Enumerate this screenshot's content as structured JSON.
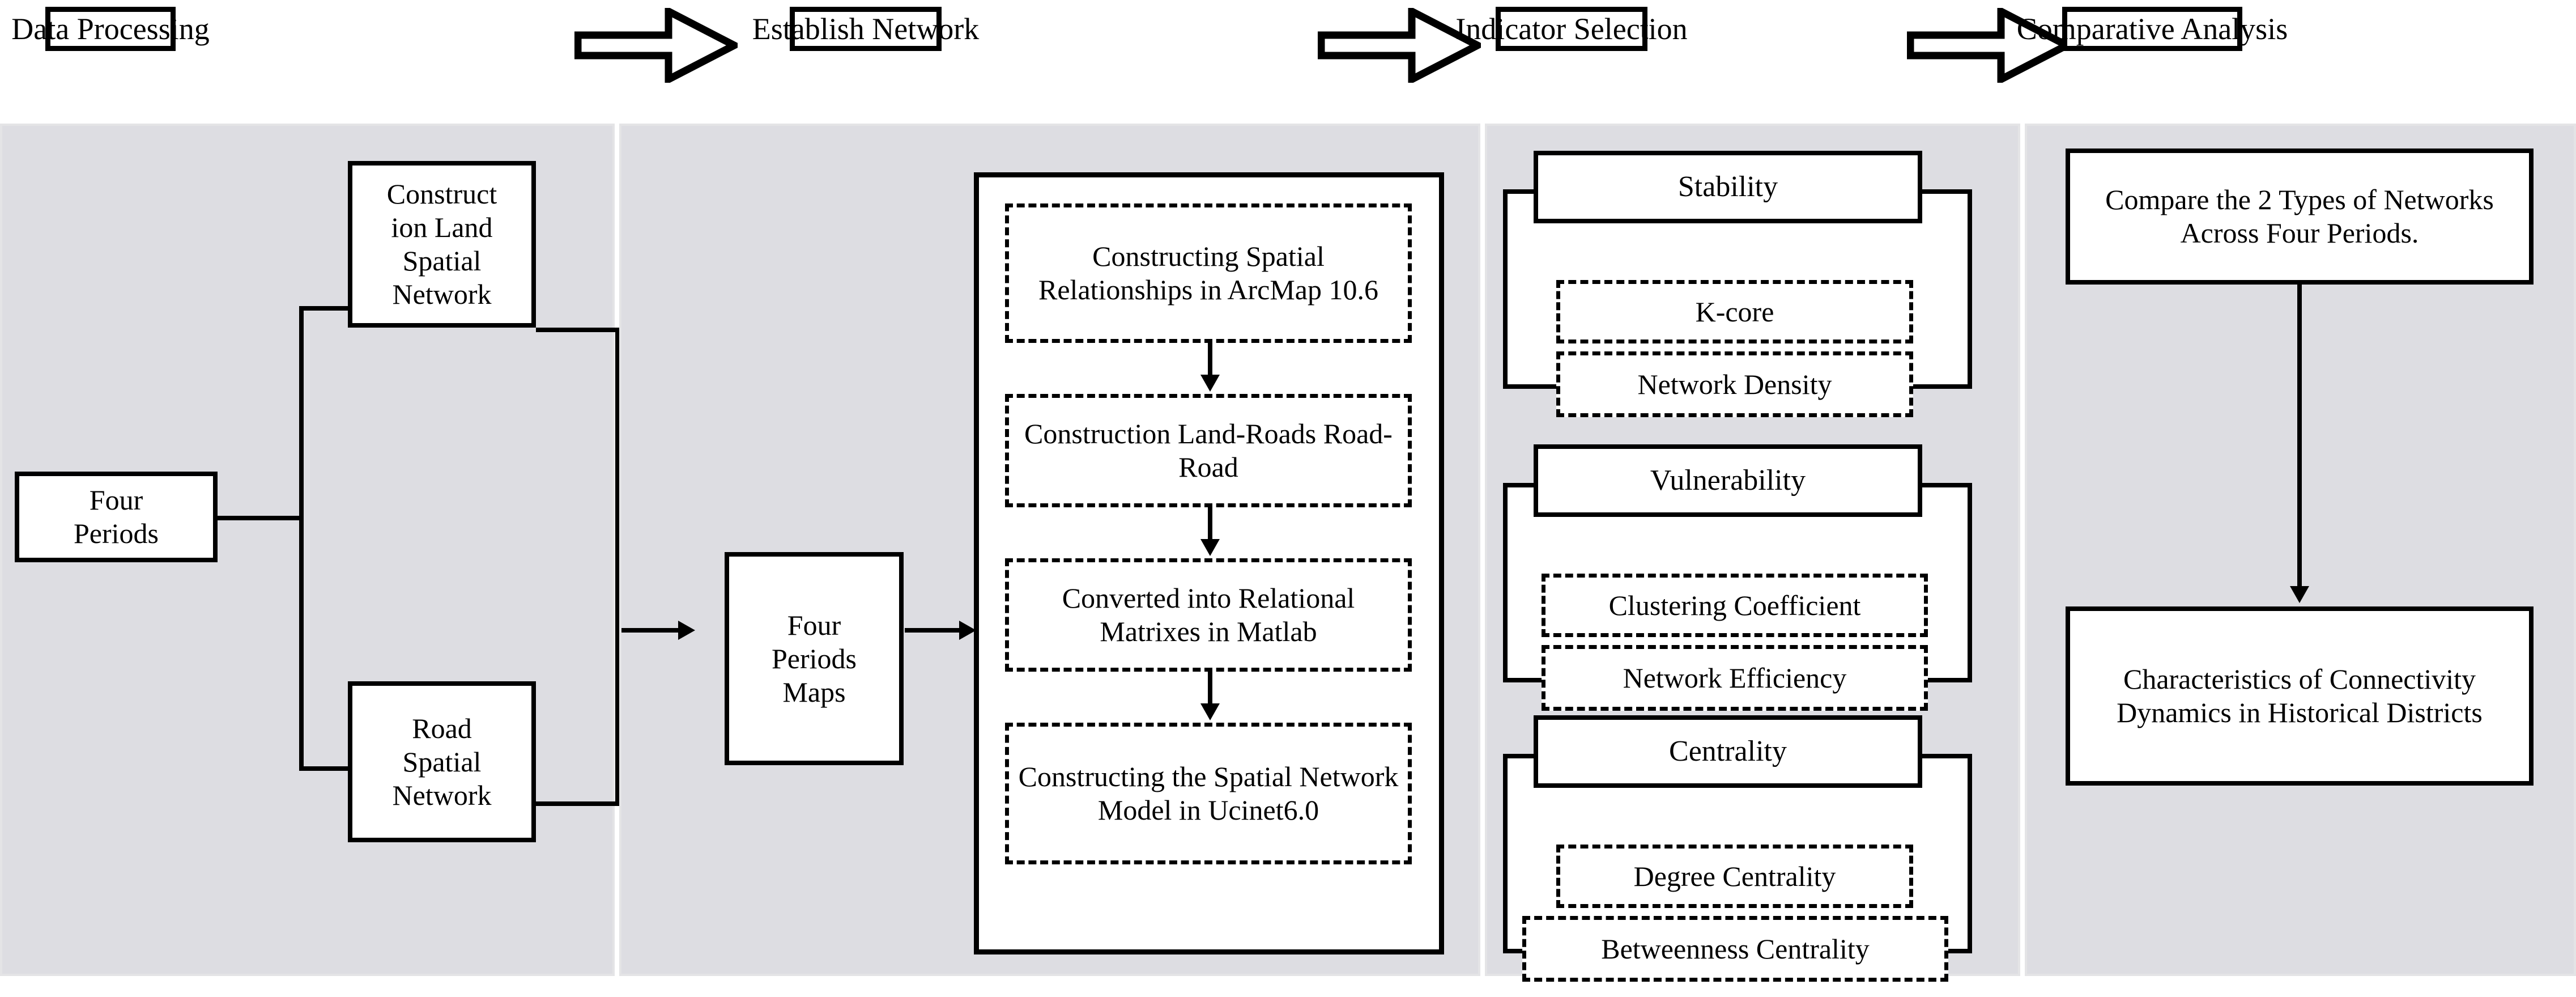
{
  "header": {
    "steps": [
      {
        "label": "Data Processing"
      },
      {
        "label": "Establish Network"
      },
      {
        "label": "Indicator Selection"
      },
      {
        "label": "Comparative Analysis"
      }
    ],
    "arrow_icon": "block-arrow-right-icon"
  },
  "data_processing": {
    "source_box": "Four\nPeriods",
    "branches": [
      {
        "label": "Construct\nion Land\nSpatial\nNetwork"
      },
      {
        "label": "Road\nSpatial\nNetwork"
      }
    ]
  },
  "establish_network": {
    "merge_box": "Four\nPeriods\nMaps",
    "steps": [
      {
        "label": "Constructing Spatial Relationships in ArcMap 10.6"
      },
      {
        "label": "Construction Land-Roads Road-Road"
      },
      {
        "label": "Converted into Relational Matrixes in Matlab"
      },
      {
        "label": "Constructing the Spatial Network Model in Ucinet6.0"
      }
    ]
  },
  "indicator_selection": {
    "groups": [
      {
        "title": "Stability",
        "items": [
          {
            "label": "K-core"
          },
          {
            "label": "Network Density"
          }
        ]
      },
      {
        "title": "Vulnerability",
        "items": [
          {
            "label": "Clustering Coefficient"
          },
          {
            "label": "Network Efficiency"
          }
        ]
      },
      {
        "title": "Centrality",
        "items": [
          {
            "label": "Degree Centrality"
          },
          {
            "label": "Betweenness Centrality"
          }
        ]
      }
    ]
  },
  "comparative_analysis": {
    "input_box": "Compare the 2 Types of Networks Across Four Periods.",
    "output_box": "Characteristics of Connectivity Dynamics in Historical Districts"
  },
  "colors": {
    "panel_fill": "#dddde2",
    "panel_edge": "#e4e4e6",
    "stroke": "#000000",
    "box_fill": "#ffffff"
  }
}
